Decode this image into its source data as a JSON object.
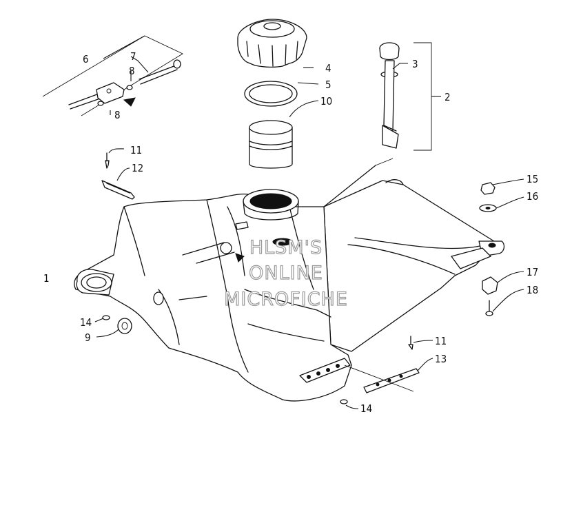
{
  "diagram": {
    "watermark": [
      "HLSM'S",
      "ONLINE",
      "MICROFICHE"
    ],
    "callouts": [
      {
        "id": "c1",
        "text": "1"
      },
      {
        "id": "c2",
        "text": "2"
      },
      {
        "id": "c3",
        "text": "3"
      },
      {
        "id": "c4",
        "text": "4"
      },
      {
        "id": "c5",
        "text": "5"
      },
      {
        "id": "c6",
        "text": "6"
      },
      {
        "id": "c7",
        "text": "7"
      },
      {
        "id": "c8a",
        "text": "8"
      },
      {
        "id": "c8b",
        "text": "8"
      },
      {
        "id": "c9",
        "text": "9"
      },
      {
        "id": "c10",
        "text": "10"
      },
      {
        "id": "c11a",
        "text": "11"
      },
      {
        "id": "c11b",
        "text": "11"
      },
      {
        "id": "c12",
        "text": "12"
      },
      {
        "id": "c13",
        "text": "13"
      },
      {
        "id": "c14a",
        "text": "14"
      },
      {
        "id": "c14b",
        "text": "14"
      },
      {
        "id": "c15",
        "text": "15"
      },
      {
        "id": "c16",
        "text": "16"
      },
      {
        "id": "c17",
        "text": "17"
      },
      {
        "id": "c18",
        "text": "18"
      }
    ]
  }
}
